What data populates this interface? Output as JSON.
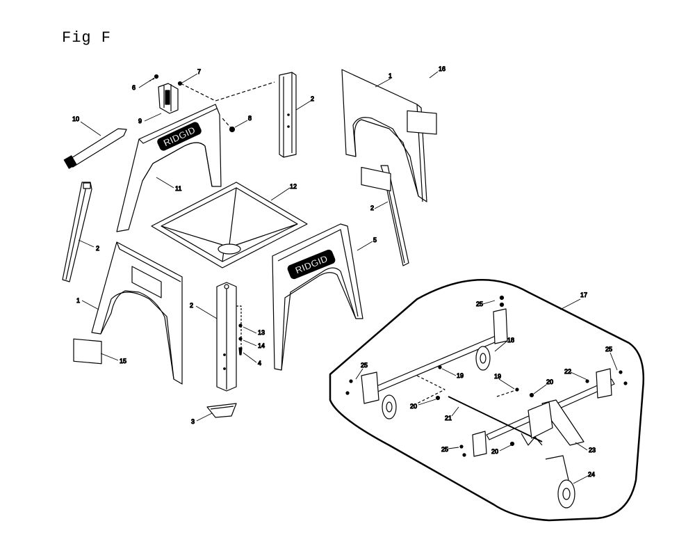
{
  "figure": {
    "title": "Fig F",
    "brand_logo": "RIDGID"
  },
  "callouts": [
    {
      "id": "c7",
      "label": "7"
    },
    {
      "id": "c6",
      "label": "6"
    },
    {
      "id": "c9",
      "label": "9"
    },
    {
      "id": "c8",
      "label": "8"
    },
    {
      "id": "c10",
      "label": "10"
    },
    {
      "id": "c11",
      "label": "11"
    },
    {
      "id": "c2a",
      "label": "2"
    },
    {
      "id": "c1a",
      "label": "1"
    },
    {
      "id": "c16",
      "label": "16"
    },
    {
      "id": "c2b",
      "label": "2"
    },
    {
      "id": "c12",
      "label": "12"
    },
    {
      "id": "c2c",
      "label": "2"
    },
    {
      "id": "c5",
      "label": "5"
    },
    {
      "id": "c1b",
      "label": "1"
    },
    {
      "id": "c2d",
      "label": "2"
    },
    {
      "id": "c13",
      "label": "13"
    },
    {
      "id": "c14",
      "label": "14"
    },
    {
      "id": "c4",
      "label": "4"
    },
    {
      "id": "c15",
      "label": "15"
    },
    {
      "id": "c3",
      "label": "3"
    },
    {
      "id": "c17",
      "label": "17"
    },
    {
      "id": "c25a",
      "label": "25"
    },
    {
      "id": "c18",
      "label": "18"
    },
    {
      "id": "c25b",
      "label": "25"
    },
    {
      "id": "c25c",
      "label": "25"
    },
    {
      "id": "c19a",
      "label": "19"
    },
    {
      "id": "c19b",
      "label": "19"
    },
    {
      "id": "c20a",
      "label": "20"
    },
    {
      "id": "c22",
      "label": "22"
    },
    {
      "id": "c20b",
      "label": "20"
    },
    {
      "id": "c21",
      "label": "21"
    },
    {
      "id": "c23",
      "label": "23"
    },
    {
      "id": "c25d",
      "label": "25"
    },
    {
      "id": "c20c",
      "label": "20"
    },
    {
      "id": "c24",
      "label": "24"
    }
  ]
}
